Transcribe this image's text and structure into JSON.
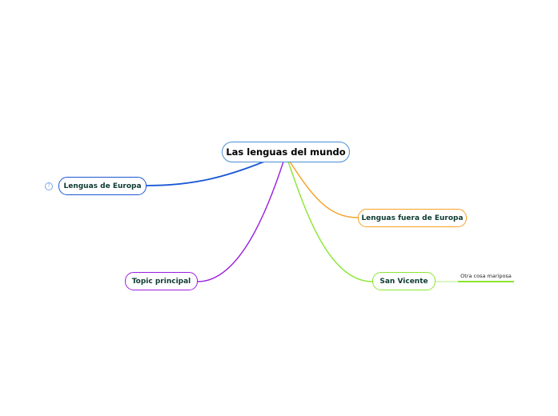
{
  "mindmap": {
    "central": {
      "label": "Las lenguas del mundo",
      "border_color": "#4b8fd0"
    },
    "topics": [
      {
        "label": "Lenguas de Europa",
        "color": "#1a57d6",
        "collapse_indicator": "?"
      },
      {
        "label": "Lenguas fuera de Europa",
        "color": "#f5a023"
      },
      {
        "label": "Topic principal",
        "color": "#9a1ee0"
      },
      {
        "label": "San Vicente",
        "color": "#8ae632",
        "subtopics": [
          {
            "label": "Otra cosa mariposa",
            "color": "#8ae632"
          }
        ]
      }
    ]
  }
}
